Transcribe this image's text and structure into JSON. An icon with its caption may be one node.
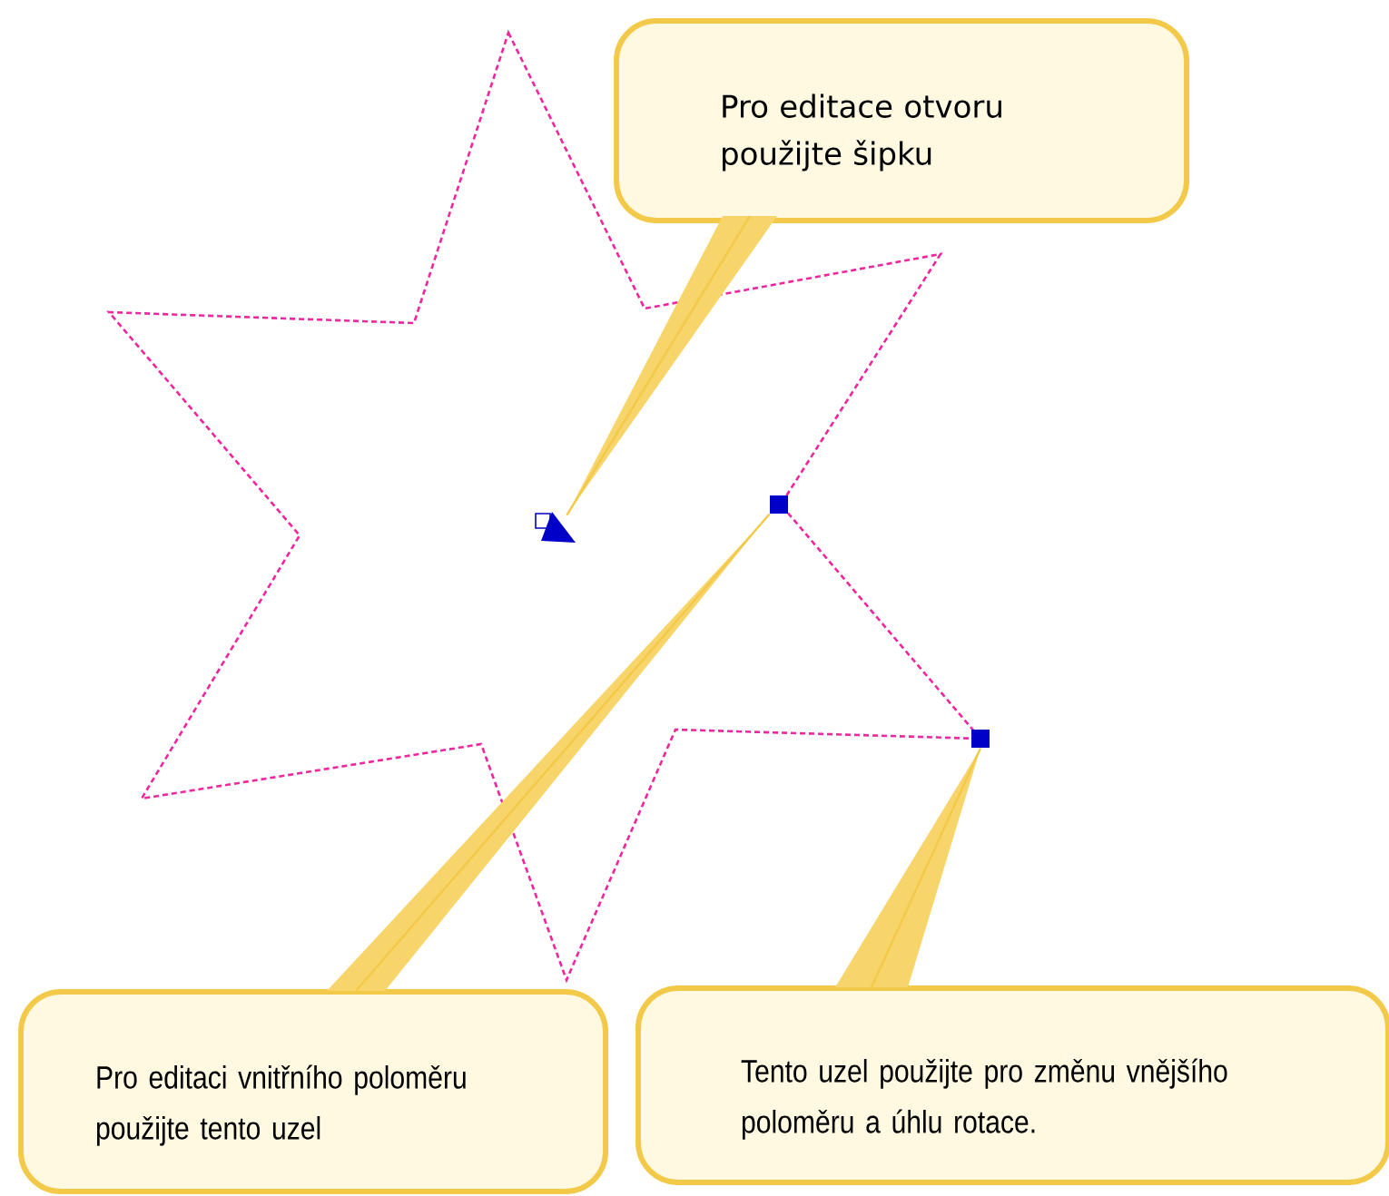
{
  "diagram": {
    "nodes": [
      {
        "text": [
          "Pro editace otvoru použijte šipku"
        ]
      },
      {
        "text": [
          "Pro editaci vnitřního poloměru použijte tento uzel"
        ]
      },
      {
        "text": [
          "Tento uzel použijte pro změnu vnějšího poloměru a úhlu rotace."
        ]
      },
      {
        "text": [],
        "shape": "triangle"
      },
      {
        "text": [],
        "shape": "square"
      },
      {
        "text": [],
        "shape": "square"
      }
    ],
    "edges": [
      {
        "from": 0,
        "to": 3,
        "arrow": "none"
      },
      {
        "from": 1,
        "to": 4,
        "arrow": "none"
      },
      {
        "from": 2,
        "to": 5,
        "arrow": "none"
      }
    ]
  }
}
